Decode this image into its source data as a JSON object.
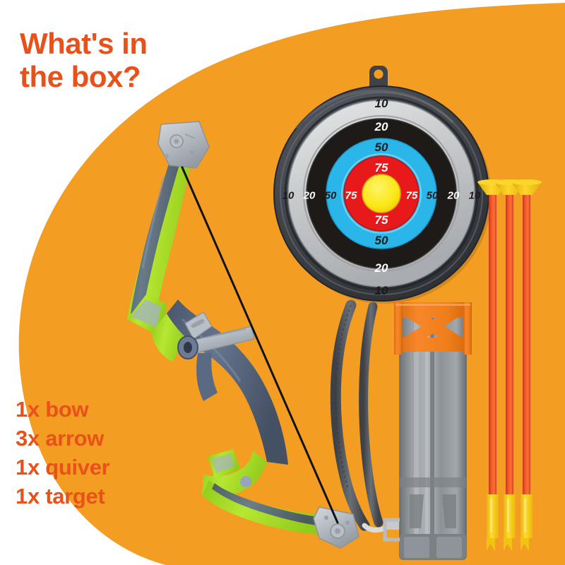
{
  "headline": "What's in the box?",
  "headline_lines": [
    "What's in",
    "the box?"
  ],
  "colors": {
    "brand_orange_text": "#e8521a",
    "background_orange": "#f49d23",
    "page_white": "#ffffff",
    "target_bezel": "#3a3d42",
    "target_silver": "#c9cbcd",
    "target_black": "#1d1a17",
    "target_cyan": "#2bb6ea",
    "target_red": "#e8191b",
    "target_yellow": "#fbe714",
    "bow_green": "#a9e02b",
    "bow_slate": "#5c6b82",
    "bow_gray": "#b9bfc6",
    "quiver_gray": "#8c9196",
    "quiver_orange": "#f07d1a",
    "arrow_shaft": "#f0542a",
    "arrow_tip_yellow": "#fbc91b",
    "strap_gray": "#55595e"
  },
  "contents_list": [
    {
      "qty": "1x",
      "item": "bow",
      "label": "1x bow"
    },
    {
      "qty": "3x",
      "item": "arrow",
      "label": "3x arrow"
    },
    {
      "qty": "1x",
      "item": "quiver",
      "label": "1x quiver"
    },
    {
      "qty": "1x",
      "item": "target",
      "label": "1x target"
    }
  ],
  "target": {
    "rings": [
      {
        "name": "bezel",
        "score": null,
        "color": "#3a3d42"
      },
      {
        "name": "silver",
        "score": "10",
        "color": "#c9cbcd",
        "text_color": "#1a1a1a"
      },
      {
        "name": "black",
        "score": "20",
        "color": "#1d1a17",
        "text_color": "#ffffff"
      },
      {
        "name": "cyan",
        "score": "50",
        "color": "#2bb6ea",
        "text_color": "#1a1a1a"
      },
      {
        "name": "red",
        "score": "75",
        "color": "#e8191b",
        "text_color": "#ffffff"
      },
      {
        "name": "bullseye",
        "score": null,
        "color": "#fbe714"
      }
    ],
    "scores_top": [
      "10",
      "20",
      "50",
      "75"
    ],
    "scores_bottom": [
      "75",
      "50",
      "20",
      "10"
    ],
    "scores_left": [
      "10",
      "20",
      "50",
      "75"
    ],
    "scores_right": [
      "75",
      "50",
      "20",
      "10"
    ],
    "labels": {
      "s10": "10",
      "s20": "20",
      "s50": "50",
      "s75": "75"
    }
  },
  "products": {
    "bow_name": "bow",
    "quiver_name": "quiver",
    "arrow_name": "arrow",
    "target_name": "target",
    "arrow_count": 3
  }
}
